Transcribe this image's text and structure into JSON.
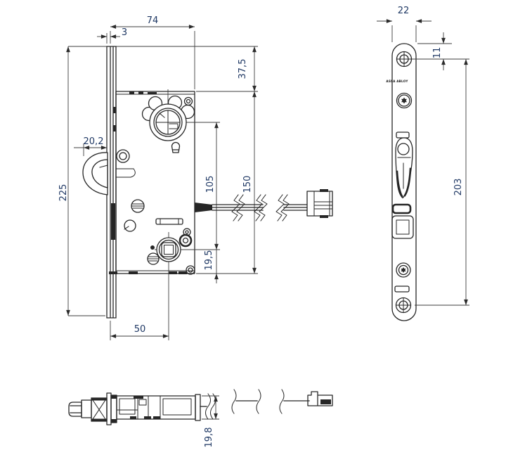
{
  "drawing": {
    "brand_label": "ASSA ABLOY",
    "dimensions": {
      "front_view": {
        "case_width": "74",
        "faceplate_stand_off": "3",
        "plate_top_to_case": "37,5",
        "hook_projection": "20,2",
        "faceplate_height": "225",
        "cylinder_to_follower": "105",
        "case_height": "150",
        "follower_to_case_bottom": "19,5",
        "backset": "50"
      },
      "faceplate_view": {
        "faceplate_width": "22",
        "plate_top_to_screw": "11",
        "screw_centers": "203"
      },
      "plan_view": {
        "case_thickness": "19,8"
      }
    },
    "colors": {
      "dimension_text": "#1f3864",
      "drawing_line": "#262626",
      "background": "#ffffff"
    }
  }
}
